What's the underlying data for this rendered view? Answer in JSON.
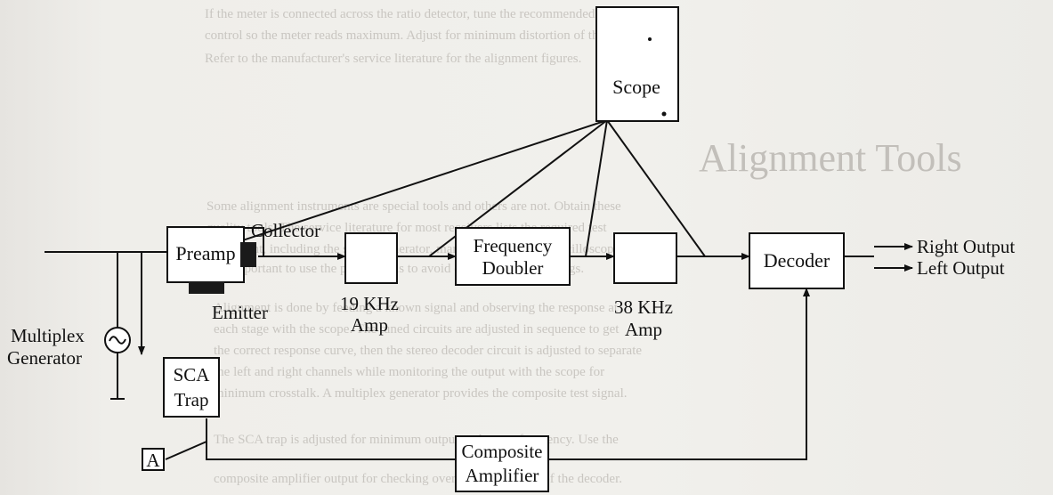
{
  "background_text": {
    "heading": "Alignment Tools",
    "lines": [
      "If the meter is connected across the ratio detector, tune the recommended",
      "control so the meter reads maximum. Adjust for minimum distortion of the signal.",
      "Refer to the manufacturer's service literature for the alignment figures.",
      "Some alignment instruments are special tools and others are not. Obtain these",
      "quality tools. The service literature for most receivers lists the required test",
      "equipment, including the sweep generator, marker generator and oscilloscope.",
      "It is important to use the proper tools to avoid damaging the coil slugs.",
      "Alignment is done by feeding a known signal and observing the response at",
      "each stage with the scope. The tuned circuits are adjusted in sequence to get",
      "the correct response curve, then the stereo decoder circuit is adjusted to separate",
      "the left and right channels while monitoring the output with the scope for",
      "minimum crosstalk. A multiplex generator provides the composite test signal.",
      "The SCA trap is adjusted for minimum output at the trap frequency. Use the",
      "composite amplifier output for checking overall performance of the decoder."
    ]
  },
  "blocks": {
    "preamp": "Preamp",
    "amp19_line1": "19 KHz",
    "amp19_line2": "Amp",
    "freq_doubler_line1": "Frequency",
    "freq_doubler_line2": "Doubler",
    "amp38_line1": "38 KHz",
    "amp38_line2": "Amp",
    "decoder": "Decoder",
    "scope": "Scope",
    "sca_trap_line1": "SCA",
    "sca_trap_line2": "Trap",
    "composite_line1": "Composite",
    "composite_line2": "Amplifier"
  },
  "labels": {
    "collector": "Collector",
    "emitter": "Emitter",
    "generator_line1": "Multiplex",
    "generator_line2": "Generator",
    "right_output": "Right Output",
    "left_output": "Left Output",
    "test_point": "A"
  },
  "colors": {
    "ink": "#111111",
    "paper": "#f1f0ec",
    "faded_text": "#c9c6c1"
  }
}
